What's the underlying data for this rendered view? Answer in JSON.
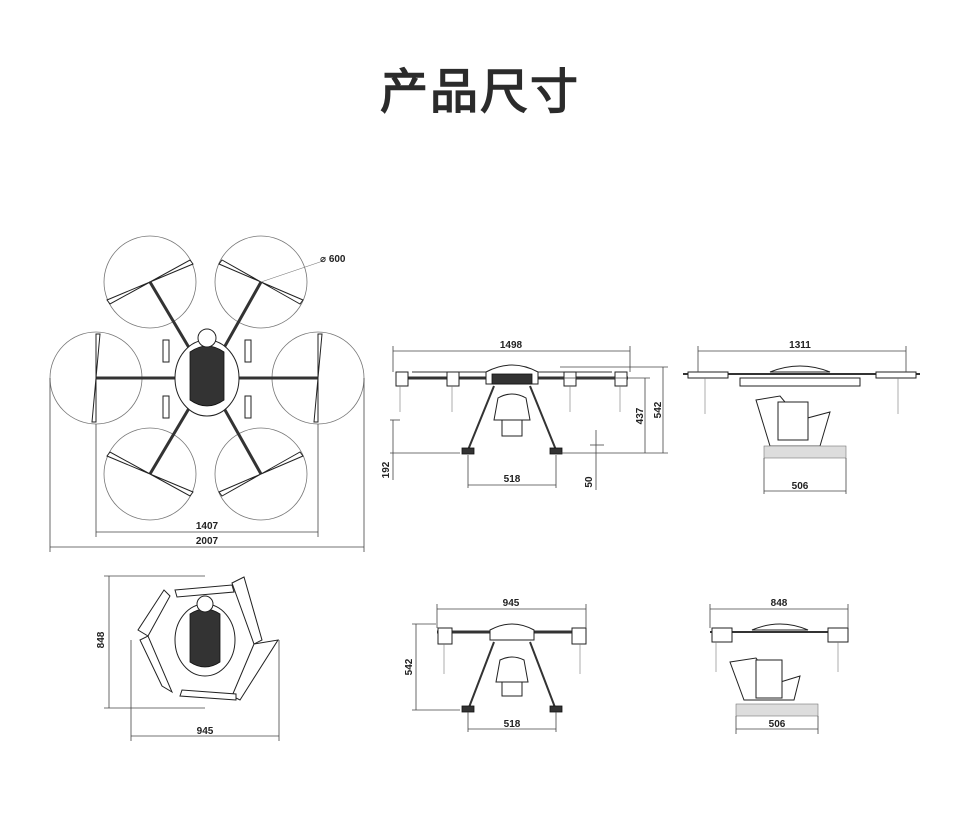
{
  "title": "产品尺寸",
  "views": {
    "top_open": {
      "rotor_dia": "600",
      "inner_span": "1407",
      "outer_span": "2007"
    },
    "front_open": {
      "width": "1498",
      "height_total": "542",
      "height_body": "437",
      "ground": "192",
      "gear": "518",
      "foot": "50"
    },
    "side_open": {
      "width": "1311",
      "base": "506"
    },
    "top_folded": {
      "height": "848",
      "width": "945"
    },
    "front_folded": {
      "width": "945",
      "height": "542",
      "gear": "518"
    },
    "side_folded": {
      "width": "848",
      "base": "506"
    }
  }
}
